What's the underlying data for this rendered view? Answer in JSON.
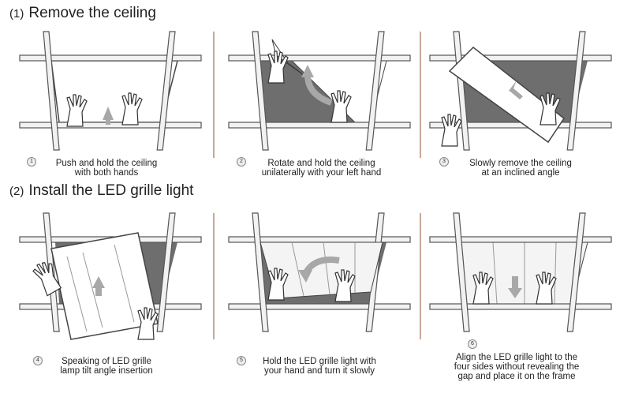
{
  "section1": {
    "number": "(1)",
    "title": "Remove the ceiling",
    "steps": [
      {
        "badge": "1",
        "lines": [
          "Push and hold the ceiling",
          "with both hands"
        ]
      },
      {
        "badge": "2",
        "lines": [
          "Rotate and hold the ceiling",
          "unilaterally with your left hand"
        ]
      },
      {
        "badge": "3",
        "lines": [
          "Slowly remove the ceiling",
          "at an inclined angle"
        ]
      }
    ]
  },
  "section2": {
    "number": "(2)",
    "title": "Install the LED grille light",
    "steps": [
      {
        "badge": "4",
        "lines": [
          "Speaking of LED grille",
          "lamp tilt angle insertion"
        ]
      },
      {
        "badge": "5",
        "lines": [
          "Hold the LED grille light with",
          "your hand and turn it slowly"
        ]
      },
      {
        "badge": "6",
        "lines": [
          "Align the LED grille light to the",
          "four sides without revealing the",
          "gap and place it on the frame"
        ]
      }
    ]
  },
  "colors": {
    "panel_dark": "#6e6e6e",
    "arrow": "#a8a8a8",
    "frame": "#555555",
    "divider": "#c9a898"
  }
}
